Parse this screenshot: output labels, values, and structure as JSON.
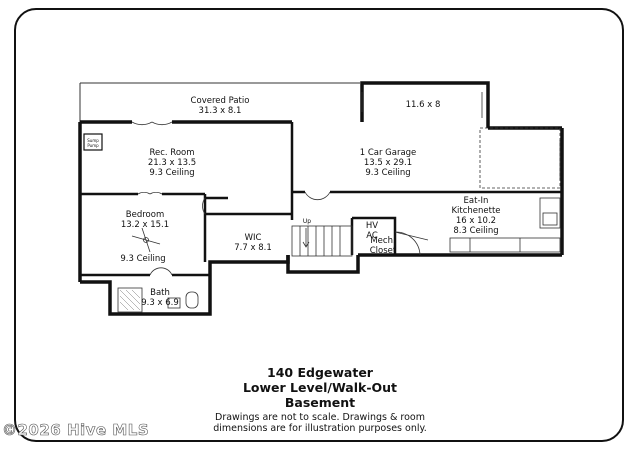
{
  "rooms": {
    "covered_patio": {
      "name": "Covered Patio",
      "dims": "31.3 x 8.1"
    },
    "garage_upper": {
      "dims": "11.6 x 8"
    },
    "rec_room": {
      "name": "Rec. Room",
      "dims": "21.3 x 13.5",
      "ceiling": "9.3 Ceiling"
    },
    "garage": {
      "name": "1 Car Garage",
      "dims": "13.5 x 29.1",
      "ceiling": "9.3 Ceiling"
    },
    "bedroom": {
      "name": "Bedroom",
      "dims": "13.2 x 15.1",
      "ceiling": "9.3 Ceiling"
    },
    "wic": {
      "name": "WIC",
      "dims": "7.7 x 8.1"
    },
    "kitchenette": {
      "name1": "Eat-In",
      "name2": "Kitchenette",
      "dims": "16 x 10.2",
      "ceiling": "8.3 Ceiling"
    },
    "hvac": {
      "line1": "HV",
      "line2": "AC"
    },
    "mech": {
      "line1": "Mech.",
      "line2": "Closet"
    },
    "bath": {
      "name": "Bath",
      "dims": "9.3 x 6.9"
    },
    "stairs": {
      "label": "Up"
    },
    "sump": {
      "line1": "Sump",
      "line2": "Pump"
    }
  },
  "caption": {
    "line1": "140 Edgewater",
    "line2": "Lower Level/Walk-Out",
    "line3": "Basement",
    "note1": "Drawings are not to scale. Drawings & room",
    "note2": "dimensions are for illustration purposes only."
  },
  "watermark": "©2026 Hive MLS",
  "colors": {
    "wall": "#111111",
    "line": "#333333",
    "background": "#ffffff"
  }
}
